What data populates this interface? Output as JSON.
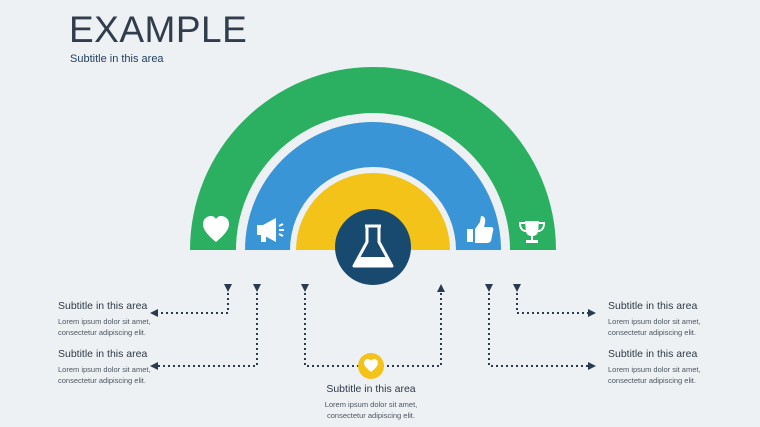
{
  "header": {
    "title": "EXAMPLE",
    "subtitle": "Subtitle in this area"
  },
  "colors": {
    "background": "#eef1f3",
    "green": "#2bb062",
    "blue": "#3a95d7",
    "yellow": "#f3c31a",
    "navy": "#18496f",
    "connector": "#2a3b4f"
  },
  "arcs": [
    {
      "name": "outer-band",
      "color": "green",
      "icons": [
        "heart-icon",
        "trophy-icon"
      ]
    },
    {
      "name": "middle-band",
      "color": "blue",
      "icons": [
        "megaphone-icon",
        "thumbs-up-icon"
      ]
    },
    {
      "name": "inner-band",
      "color": "yellow",
      "icons": []
    }
  ],
  "center_icon": "flask-icon",
  "connector_badge_icon": "heart-icon",
  "callouts": {
    "left_top": {
      "heading": "Subtitle in this area",
      "line1": "Lorem ipsum dolor sit amet,",
      "line2": "consectetur adipiscing elit."
    },
    "left_bottom": {
      "heading": "Subtitle in this area",
      "line1": "Lorem ipsum dolor sit amet,",
      "line2": "consectetur adipiscing elit."
    },
    "center": {
      "heading": "Subtitle in this area",
      "line1": "Lorem ipsum dolor sit amet,",
      "line2": "consectetur adipiscing elit."
    },
    "right_top": {
      "heading": "Subtitle in this area",
      "line1": "Lorem ipsum dolor sit amet,",
      "line2": "consectetur adipiscing elit."
    },
    "right_bottom": {
      "heading": "Subtitle in this area",
      "line1": "Lorem ipsum dolor sit amet,",
      "line2": "consectetur adipiscing elit."
    }
  }
}
